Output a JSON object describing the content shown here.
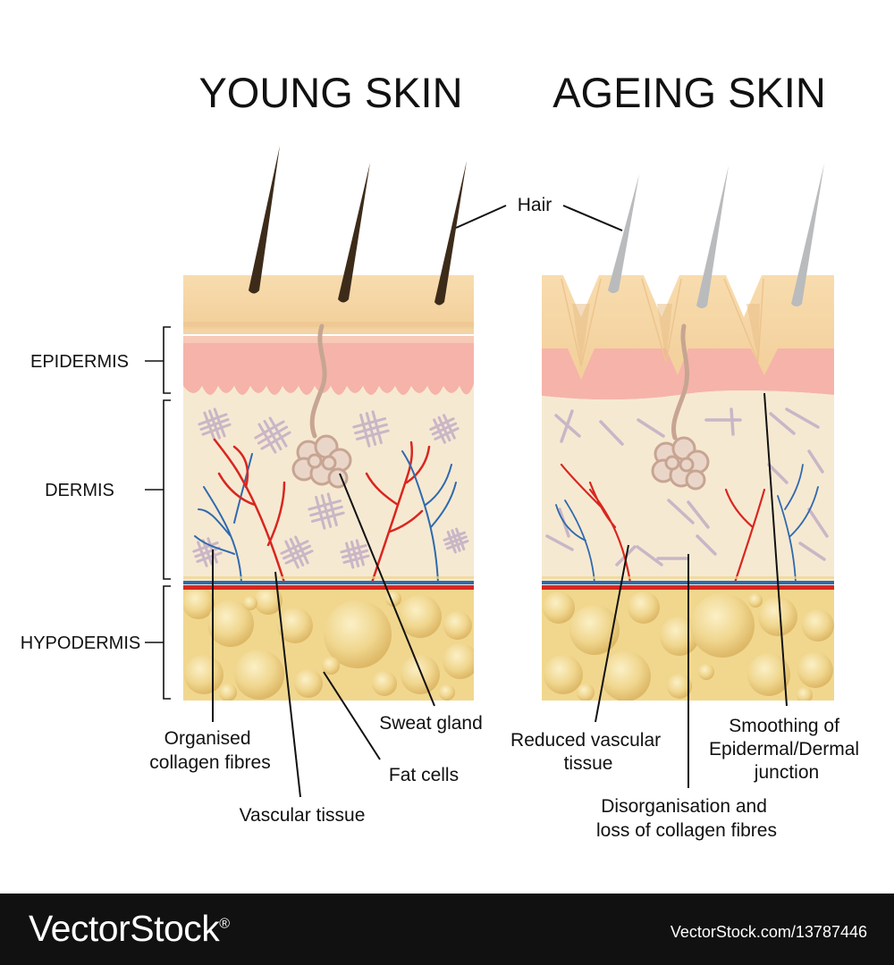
{
  "titles": {
    "young": "YOUNG SKIN",
    "ageing": "AGEING SKIN"
  },
  "layers": {
    "epidermis": "EPIDERMIS",
    "dermis": "DERMIS",
    "hypodermis": "HYPODERMIS"
  },
  "labels": {
    "hair": "Hair",
    "sweat_gland": "Sweat gland",
    "organised_collagen": [
      "Organised",
      "collagen fibres"
    ],
    "fat_cells": "Fat cells",
    "vascular_tissue": "Vascular tissue",
    "reduced_vascular": [
      "Reduced vascular",
      "tissue"
    ],
    "smoothing": [
      "Smoothing of",
      "Epidermal/Dermal",
      "junction"
    ],
    "disorganisation": [
      "Disorganisation and",
      "loss of collagen fibres"
    ]
  },
  "colors": {
    "skin_top": "#f7d6a6",
    "epidermis_pink": "#f6b3a9",
    "dermis": "#f6e9d2",
    "fat": "#f1d78e",
    "vein": "#2f6aad",
    "artery": "#d9261f",
    "hair_young": "#3d2b1a",
    "hair_ageing": "#b9bbbd",
    "collagen": "#c9b6c6"
  },
  "footer": {
    "logo": "VectorStock",
    "logo_mark": "®",
    "image_id": "VectorStock.com/13787446"
  }
}
